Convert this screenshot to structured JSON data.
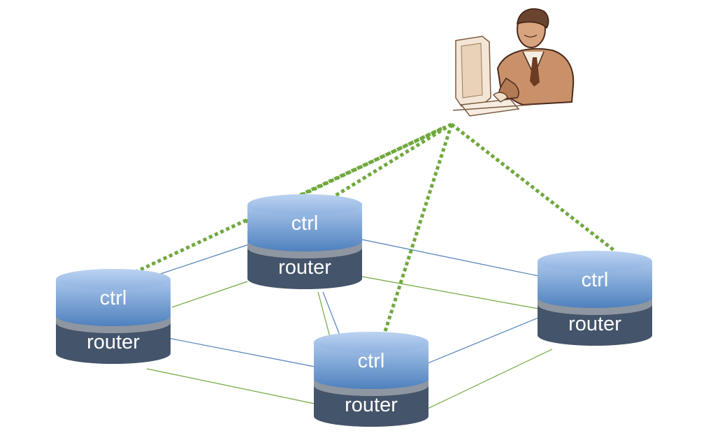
{
  "diagram": {
    "colors": {
      "ctrl_light": "#a9c6ec",
      "ctrl_dark": "#4f81bd",
      "router_body": "#44546a",
      "router_top": "#5d6b80",
      "separator": "#8e96a1",
      "blue_link": "#4f81bd",
      "green_link": "#70a83d",
      "mgmt_link": "#70a83d"
    },
    "operator": {
      "icon": "operator-at-workstation-icon"
    },
    "nodes": [
      {
        "id": "n1",
        "ctrl_label": "ctrl",
        "router_label": "router"
      },
      {
        "id": "n2",
        "ctrl_label": "ctrl",
        "router_label": "router"
      },
      {
        "id": "n3",
        "ctrl_label": "ctrl",
        "router_label": "router"
      },
      {
        "id": "n4",
        "ctrl_label": "ctrl",
        "router_label": "router"
      }
    ],
    "links": [
      {
        "from": "n1",
        "to": "n2",
        "type": "control"
      },
      {
        "from": "n1",
        "to": "n3",
        "type": "control"
      },
      {
        "from": "n2",
        "to": "n3",
        "type": "control"
      },
      {
        "from": "n2",
        "to": "n4",
        "type": "control"
      },
      {
        "from": "n3",
        "to": "n4",
        "type": "control"
      },
      {
        "from": "n1",
        "to": "n2",
        "type": "data"
      },
      {
        "from": "n1",
        "to": "n3",
        "type": "data"
      },
      {
        "from": "n2",
        "to": "n3",
        "type": "data"
      },
      {
        "from": "n2",
        "to": "n4",
        "type": "data"
      },
      {
        "from": "n3",
        "to": "n4",
        "type": "data"
      }
    ],
    "management_links": [
      "n1",
      "n2",
      "n3",
      "n4"
    ]
  }
}
